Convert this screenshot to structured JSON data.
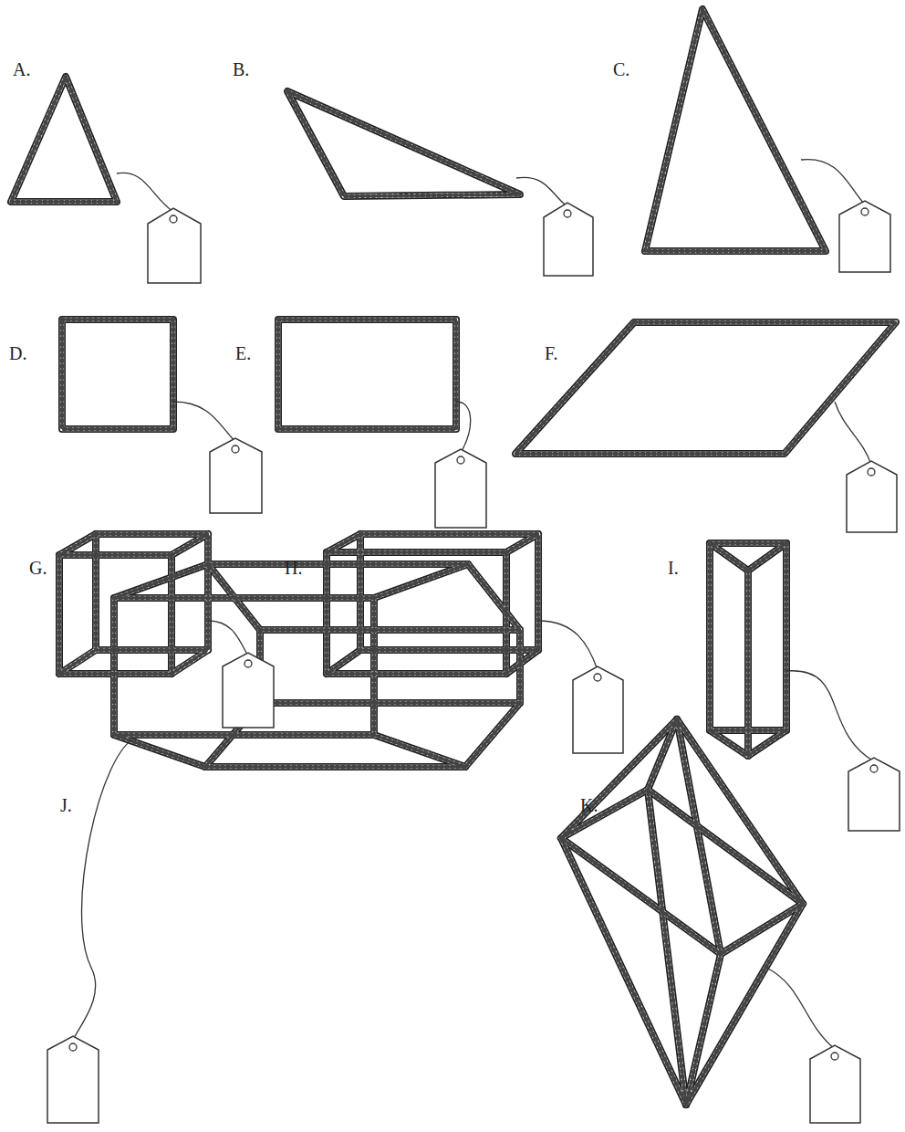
{
  "diagram": {
    "labels": [
      "A.",
      "B.",
      "C.",
      "D.",
      "E.",
      "F.",
      "G.",
      "H.",
      "I.",
      "J.",
      "K."
    ]
  }
}
